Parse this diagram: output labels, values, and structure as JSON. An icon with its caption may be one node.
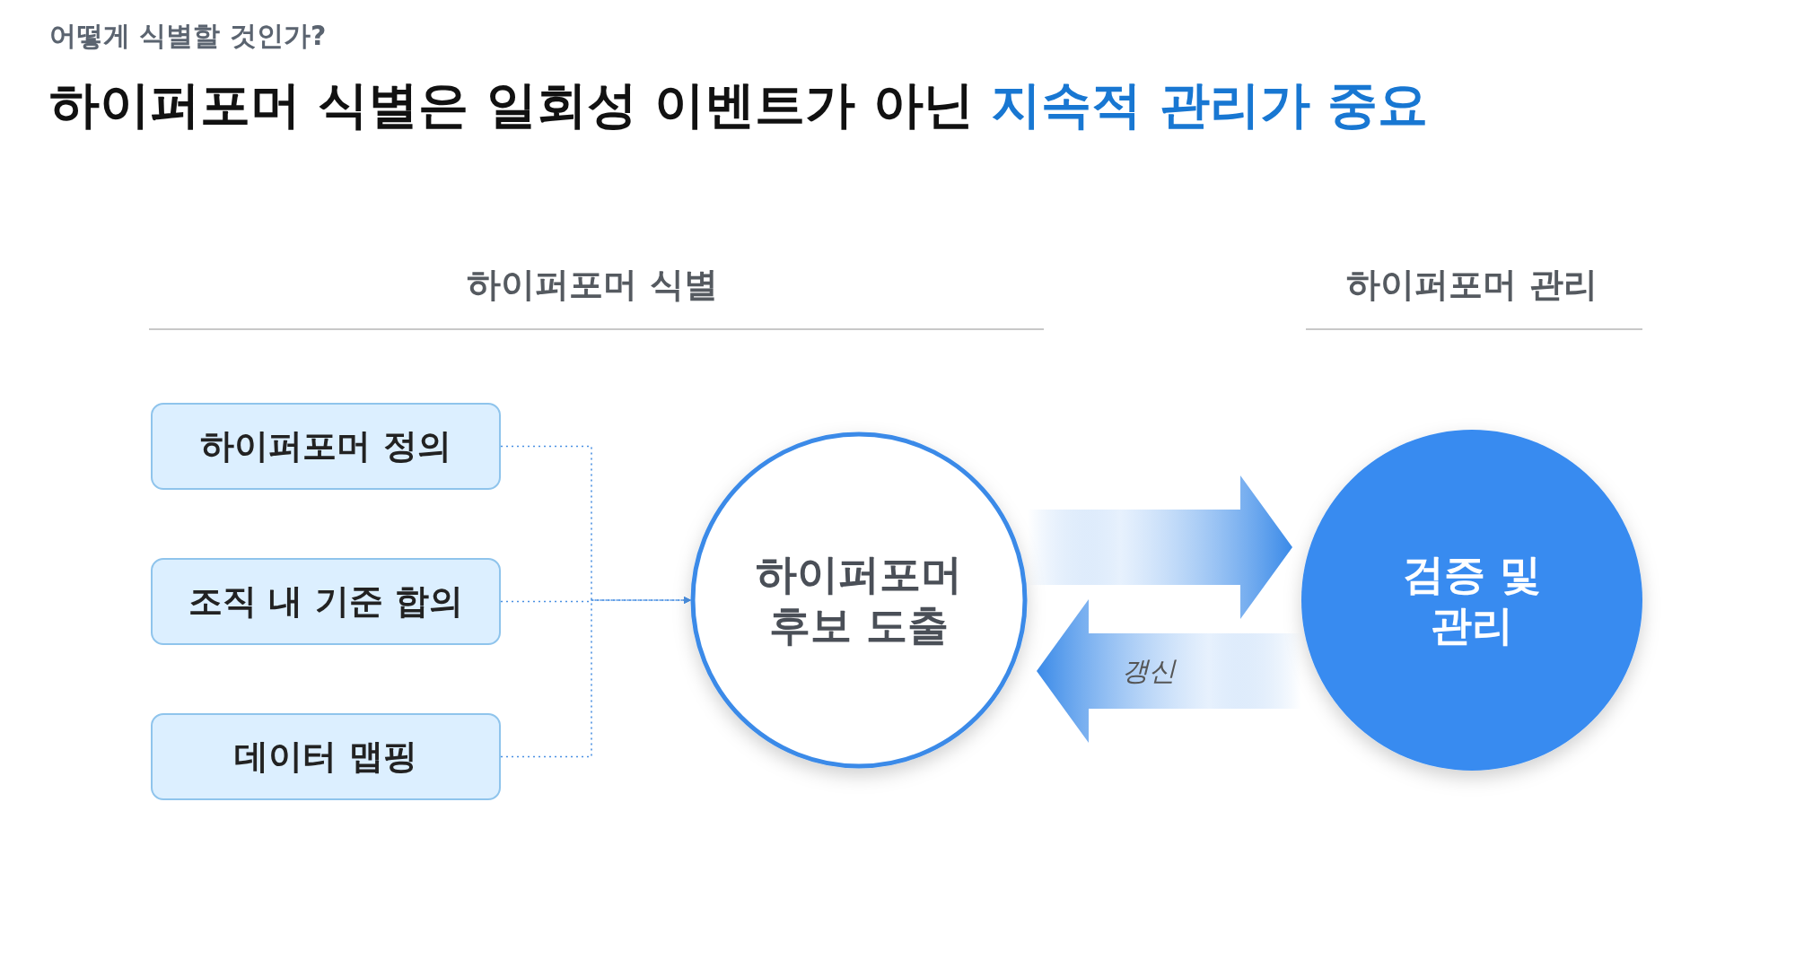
{
  "diagram": {
    "title": "하이퍼포머 식별은 일회성 이벤트가 아닌 **지속적 관리가 중요**",
    "nodes": [
      {
        "text": [
          "하이퍼포머 정의"
        ]
      },
      {
        "text": [
          "조직 내 기준 합의"
        ]
      },
      {
        "text": [
          "데이터 맵핑"
        ]
      },
      {
        "text": [
          "하이퍼포머 후보 도출"
        ]
      },
      {
        "text": [
          "검증 및 관리"
        ]
      }
    ],
    "edges": [
      {
        "from": 0,
        "to": 3,
        "arrow": "to",
        "style": "dashed"
      },
      {
        "from": 1,
        "to": 3,
        "arrow": "to",
        "style": "dashed"
      },
      {
        "from": 2,
        "to": 3,
        "arrow": "to",
        "style": "dashed"
      },
      {
        "from": 3,
        "to": 4,
        "arrow": "to",
        "style": "thick"
      },
      {
        "from": 4,
        "to": 3,
        "arrow": "to",
        "style": "thick",
        "label": "갱신"
      }
    ],
    "labels": [
      "어떻게 식별할 것인가?",
      "하이퍼포머 식별",
      "하이퍼포머 관리"
    ]
  }
}
